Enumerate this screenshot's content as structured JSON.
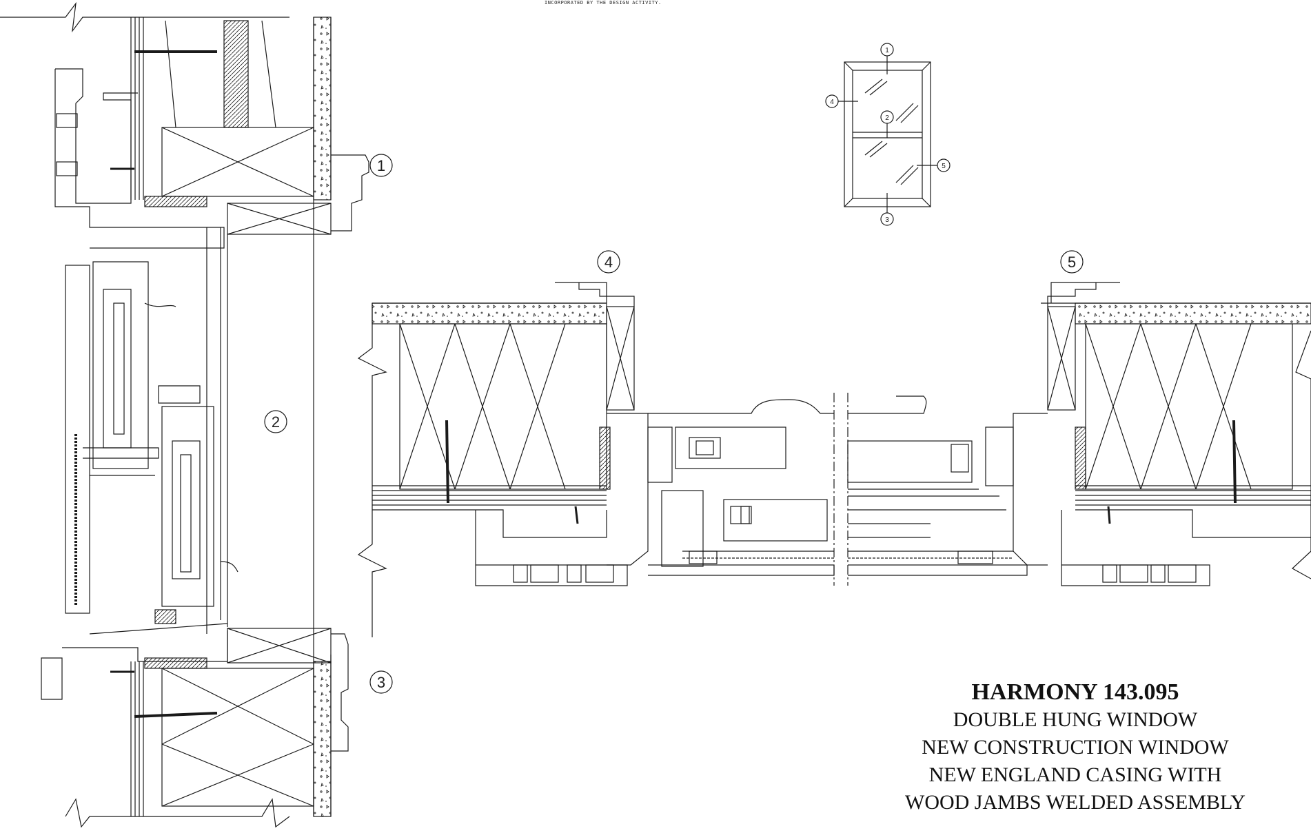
{
  "note": {
    "top_text": "INCORPORATED BY THE DESIGN ACTIVITY."
  },
  "title_block": {
    "model": "HARMONY 143.095",
    "line1": "DOUBLE HUNG WINDOW",
    "line2": "NEW CONSTRUCTION WINDOW",
    "line3": "NEW ENGLAND CASING WITH",
    "line4": "WOOD JAMBS WELDED ASSEMBLY"
  },
  "callouts": {
    "vertical_section": [
      "1",
      "2",
      "3"
    ],
    "horizontal_section": [
      "4",
      "5"
    ],
    "elevation_key": [
      "1",
      "2",
      "3",
      "4",
      "5"
    ]
  },
  "colors": {
    "line": "#1a1a1a",
    "background": "#ffffff"
  }
}
